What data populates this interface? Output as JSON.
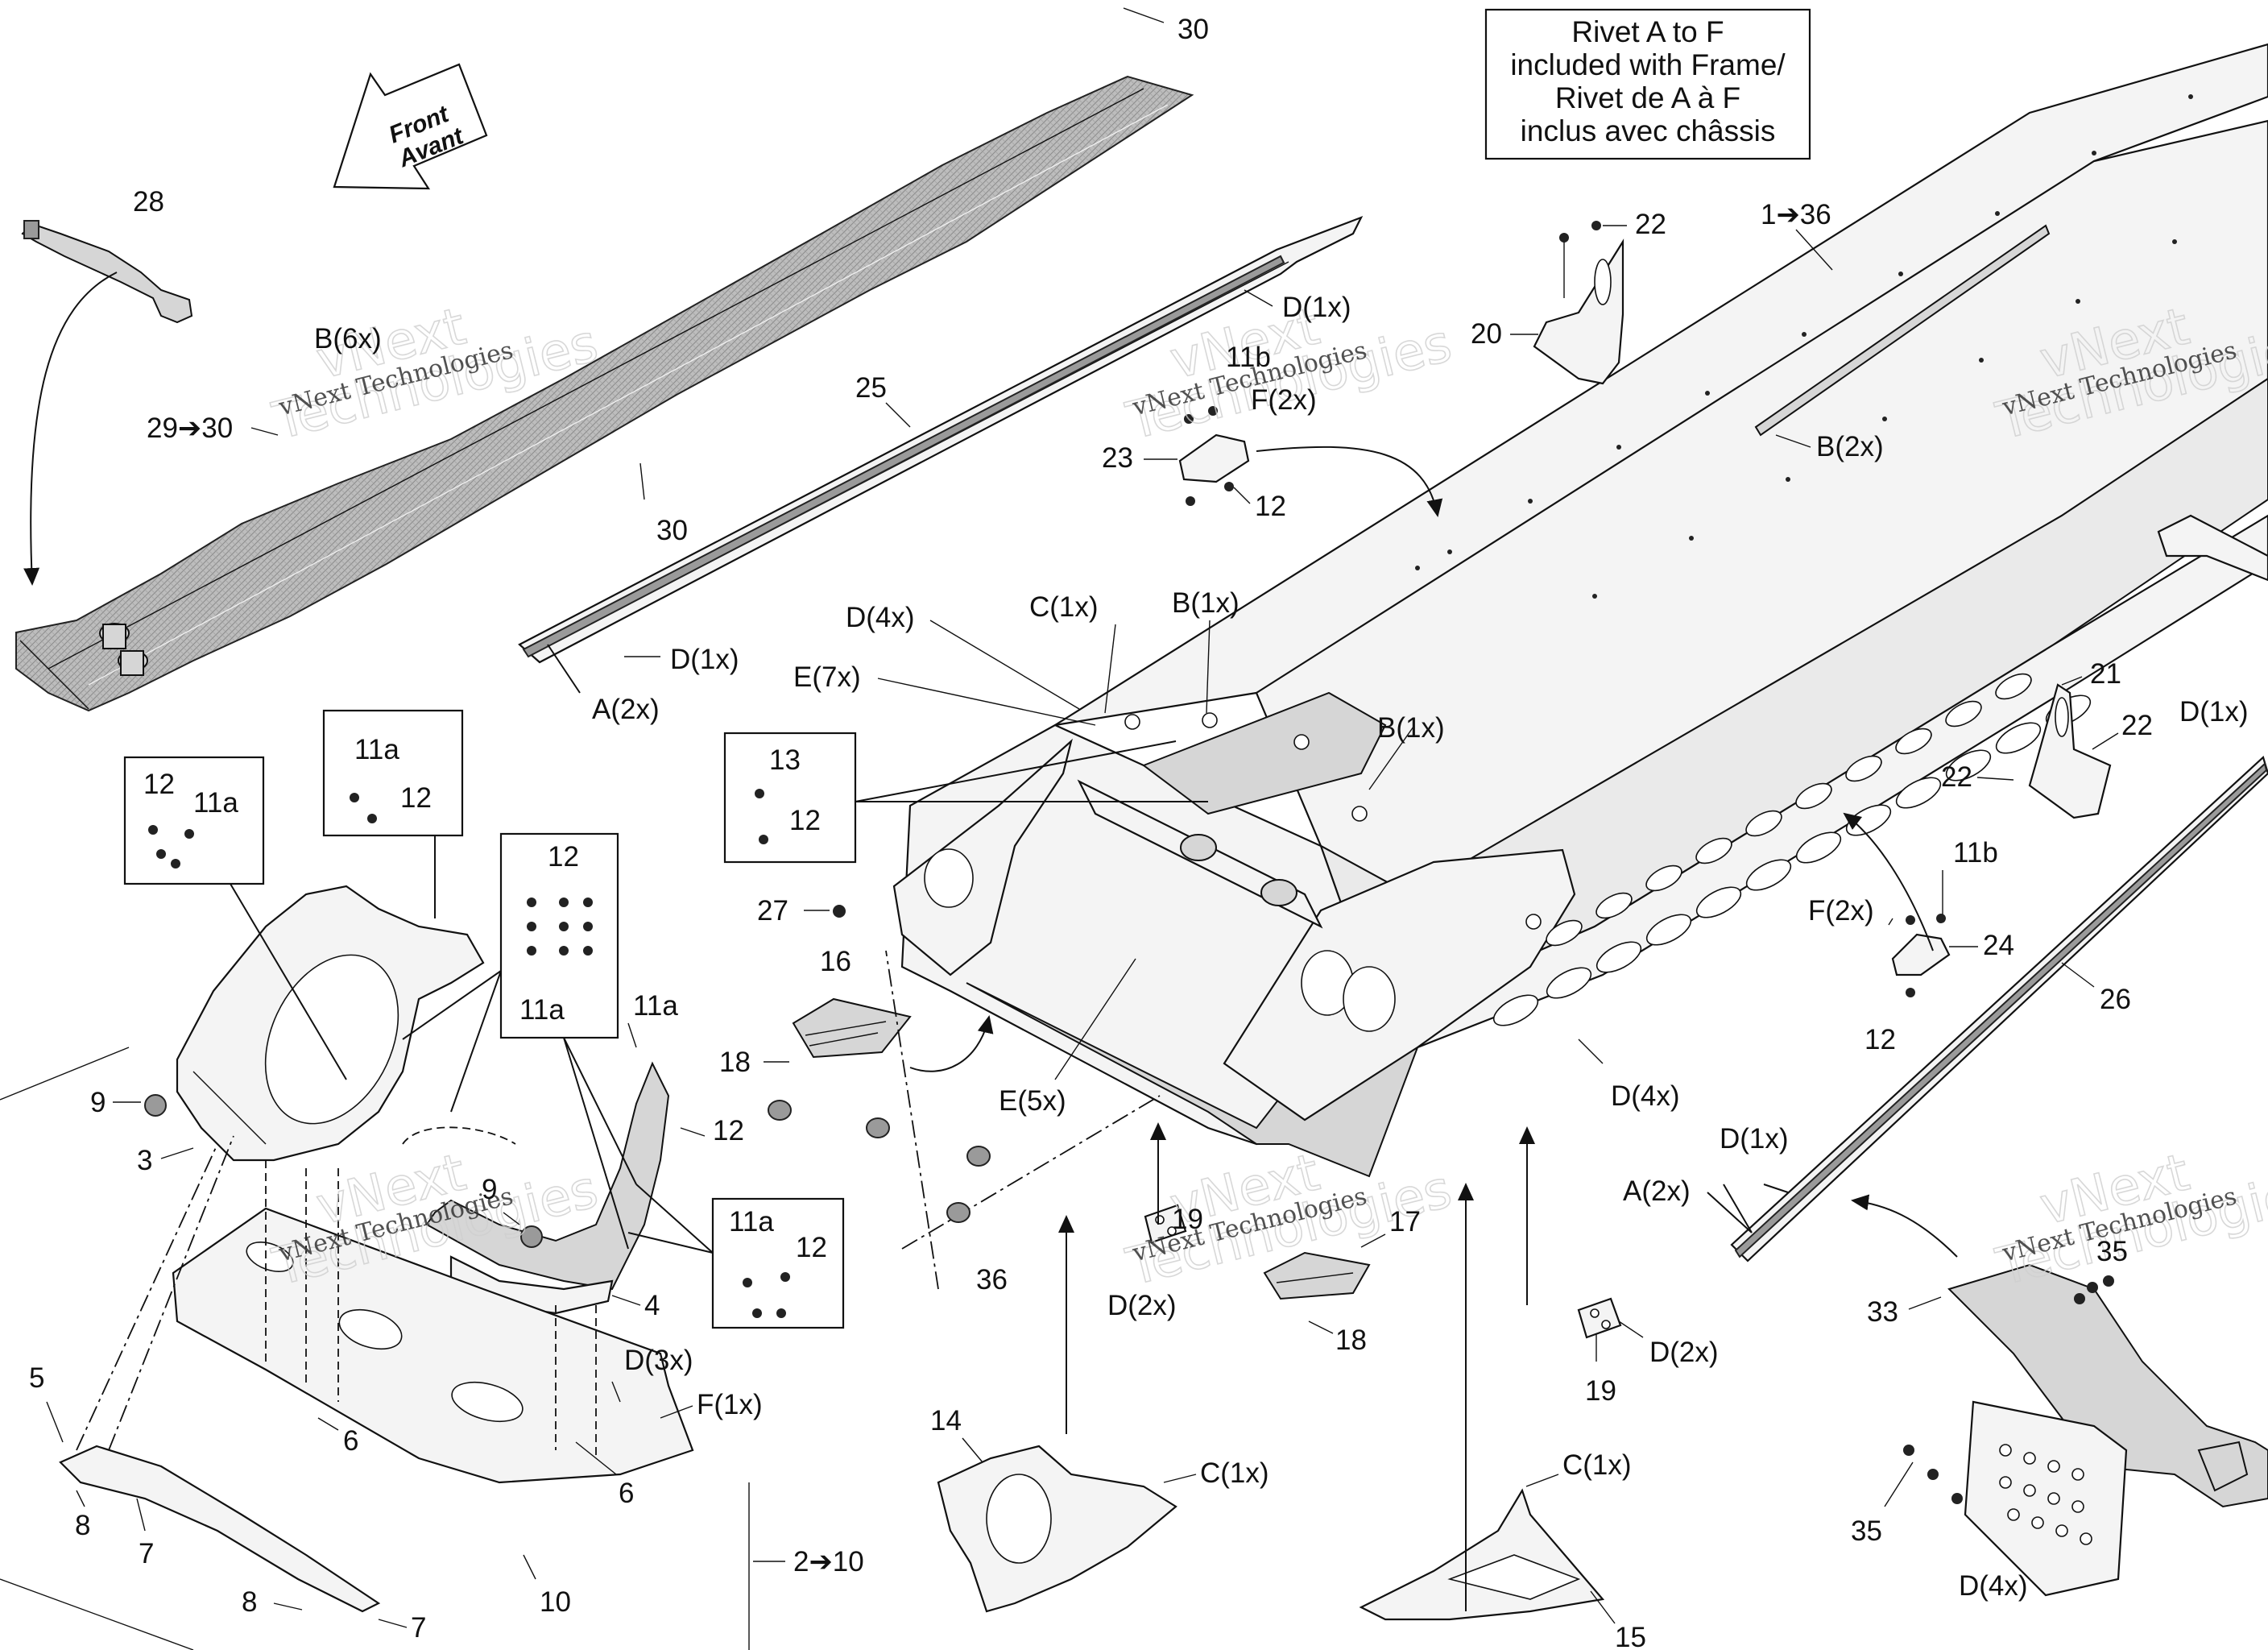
{
  "note": {
    "lines": [
      "Rivet A to F",
      "included with Frame/",
      "Rivet de A à F",
      "inclus avec châssis"
    ]
  },
  "direction": {
    "line1": "Front",
    "line2": "Avant"
  },
  "watermark": {
    "line1": "vNext",
    "line2": "Technologies",
    "small": "vNext Technologies"
  },
  "callouts": {
    "c30a": "30",
    "c28": "28",
    "bx6": "B(6x)",
    "c29": "29➔30",
    "c30b": "30",
    "c25": "25",
    "d1a": "D(1x)",
    "d1b": "D(1x)",
    "a2a": "A(2x)",
    "c11b_a": "11b",
    "f2a": "F(2x)",
    "c23": "23",
    "c12a": "12",
    "c22a": "22",
    "c20": "20",
    "c1": "1➔36",
    "b2": "B(2x)",
    "d4a": "D(4x)",
    "c1a": "C(1x)",
    "b1a": "B(1x)",
    "e7": "E(7x)",
    "b1b": "B(1x)",
    "c13": "13",
    "c12b": "12",
    "c27": "27",
    "c16": "16",
    "c18a": "18",
    "e5": "E(5x)",
    "c36": "36",
    "d4b": "D(4x)",
    "c21": "21",
    "c22b": "22",
    "c22c": "22",
    "d1c": "D(1x)",
    "f2b": "F(2x)",
    "c11b_b": "11b",
    "c24": "24",
    "c12c": "12",
    "c26": "26",
    "d1d": "D(1x)",
    "a2b": "A(2x)",
    "box1_12": "12",
    "box1_11a": "11a",
    "box2_11a": "11a",
    "box2_12": "12",
    "box3_12": "12",
    "box3_11a": "11a",
    "c11a_c": "11a",
    "c12d": "12",
    "c9a": "9",
    "c3": "3",
    "c9b": "9",
    "c4": "4",
    "box4_11a": "11a",
    "box4_12": "12",
    "c5": "5",
    "c8a": "8",
    "c7a": "7",
    "c6a": "6",
    "d3": "D(3x)",
    "f1": "F(1x)",
    "c6b": "6",
    "c10": "10",
    "c8b": "8",
    "c7b": "7",
    "c2": "2➔10",
    "c14": "14",
    "c1c": "C(1x)",
    "c19a": "19",
    "d2a": "D(2x)",
    "c17": "17",
    "c18b": "18",
    "c15": "15",
    "c1d": "C(1x)",
    "c19b": "19",
    "d2b": "D(2x)",
    "c33": "33",
    "c35a": "35",
    "c35b": "35",
    "d4c": "D(4x)"
  }
}
